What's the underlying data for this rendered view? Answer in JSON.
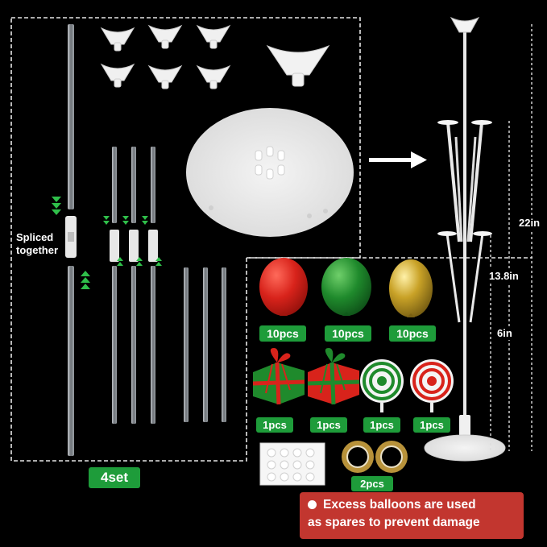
{
  "labels": {
    "spliced_line1": "Spliced",
    "spliced_line2": "together",
    "set_count": "4set",
    "qty_red": "10pcs",
    "qty_green": "10pcs",
    "qty_gold": "10pcs",
    "qty_gift_green": "1pcs",
    "qty_gift_red": "1pcs",
    "qty_candy_green": "1pcs",
    "qty_candy_red": "1pcs",
    "qty_tape": "2pcs",
    "dim_total": "22in",
    "dim_mid": "13.8in",
    "dim_low": "6in",
    "note_line1": "Excess balloons are used",
    "note_line2": "as spares to prevent damage"
  },
  "colors": {
    "badge": "#1e9c3a",
    "note": "#c2362f",
    "balloon_red": "#d8231b",
    "balloon_green": "#1f8a2c",
    "balloon_gold": "#c9a227"
  },
  "icons": [
    "arrow-right-icon",
    "arrow-down-icon",
    "arrow-up-icon"
  ]
}
